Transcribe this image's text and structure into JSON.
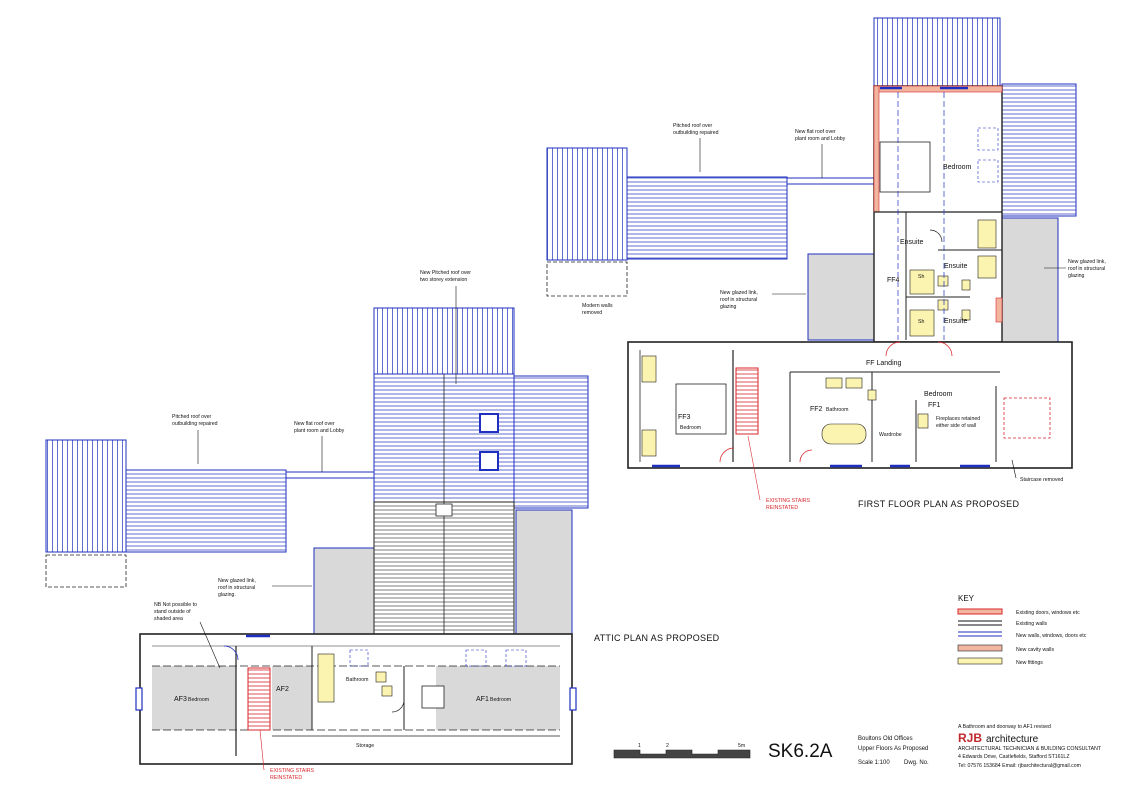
{
  "first_floor": {
    "title": "FIRST FLOOR PLAN AS PROPOSED",
    "rooms": {
      "bedroom_top": "Bedroom",
      "ensuite1": "Ensuite",
      "ensuite2": "Ensuite",
      "ensuite3": "Ensuite",
      "sh1": "Sh",
      "sh2": "Sh",
      "ff4": "FF4",
      "landing": "FF Landing",
      "ff3": "FF3",
      "ff3_sub": "Bedroom",
      "ff2": "FF2",
      "ff2_sub": "Bathroom",
      "wardrobe": "Wardrobe",
      "bedroom_ff1": "Bedroom",
      "ff1": "FF1"
    },
    "notes": {
      "pitched_1": "Pitched roof over",
      "pitched_2": "outbuilding repaired",
      "flat_1": "New flat roof over",
      "flat_2": "plant room and Lobby",
      "glazed_left_1": "New glazed link,",
      "glazed_left_2": "roof in structural",
      "glazed_left_3": "glazing",
      "glazed_right_1": "New glazed link,",
      "glazed_right_2": "roof in structural",
      "glazed_right_3": "glazing",
      "modern_1": "Modern walls",
      "modern_2": "removed",
      "fireplaces_1": "Fireplaces retained",
      "fireplaces_2": "either side of wall",
      "staircase_removed": "Staircase removed",
      "stairs_1": "EXISTING STAIRS",
      "stairs_2": "REINSTATED"
    }
  },
  "attic": {
    "title": "ATTIC PLAN AS PROPOSED",
    "rooms": {
      "af3": "AF3",
      "af3_sub": "Bedroom",
      "af2": "AF2",
      "bathroom": "Bathroom",
      "af1": "AF1",
      "af1_sub": "Bedroom",
      "storage": "Storage"
    },
    "notes": {
      "new_pitched_1": "New Pitched roof over",
      "new_pitched_2": "two storey extension",
      "pitched_1": "Pitched roof over",
      "pitched_2": "outbuilding repaired",
      "flat_1": "New flat roof over",
      "flat_2": "plant room and Lobby",
      "glazed_1": "New glazed link,",
      "glazed_2": "roof in structural",
      "glazed_3": "glazing.",
      "nb_1": "NB Not possible to",
      "nb_2": "stand outside of",
      "nb_3": "shaded area",
      "stairs_1": "EXISTING STAIRS",
      "stairs_2": "REINSTATED"
    }
  },
  "key": {
    "heading": "KEY",
    "items": [
      {
        "label": "Existing doors, windows etc",
        "color": "#d9262b"
      },
      {
        "label": "Existing walls",
        "color": "#111111"
      },
      {
        "label": "New walls, windows, doors etc",
        "color": "#1f2fbf"
      },
      {
        "label": "New cavity walls",
        "color": "#f2b5a0"
      },
      {
        "label": "New fittings",
        "color": "#fbf3b0"
      }
    ]
  },
  "scale_bar": {
    "t1": "1",
    "t2": "2",
    "t3": "5m"
  },
  "title_block": {
    "drawing_no": "SK6.2A",
    "project": "Boultons Old Offices",
    "desc": "Upper Floors As Proposed",
    "scale": "Scale 1:100",
    "dwg_no": "Dwg. No.",
    "revision": "A Bathroom and doorway to AF1 revised",
    "brand_rjb": "RJB",
    "brand_arch": "architecture",
    "consult": "ARCHITECTURAL TECHNICIAN & BUILDING CONSULTANT",
    "address": "4 Edwards Drive, Castlefields, Stafford ST161LZ",
    "contact": "Tel: 07576 153684   Email: rjbarchitectural@gmail.com"
  },
  "colors": {
    "new_wall": "#1f2fbf",
    "existing_red": "#d9262b",
    "cavity": "#f2b5a0",
    "fitting": "#fbf3b0",
    "shade": "#d9d9d9"
  }
}
